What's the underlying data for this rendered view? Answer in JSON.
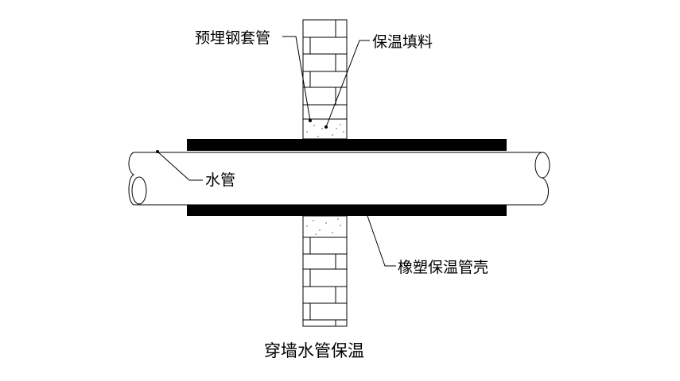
{
  "diagram": {
    "title": "穿墙水管保温",
    "labels": {
      "sleeve": "预埋钢套管",
      "filler": "保温填料",
      "pipe": "水管",
      "insulation_shell": "橡塑保温管壳"
    },
    "colors": {
      "line": "#000000",
      "insulation": "#000000",
      "background": "#ffffff"
    }
  }
}
